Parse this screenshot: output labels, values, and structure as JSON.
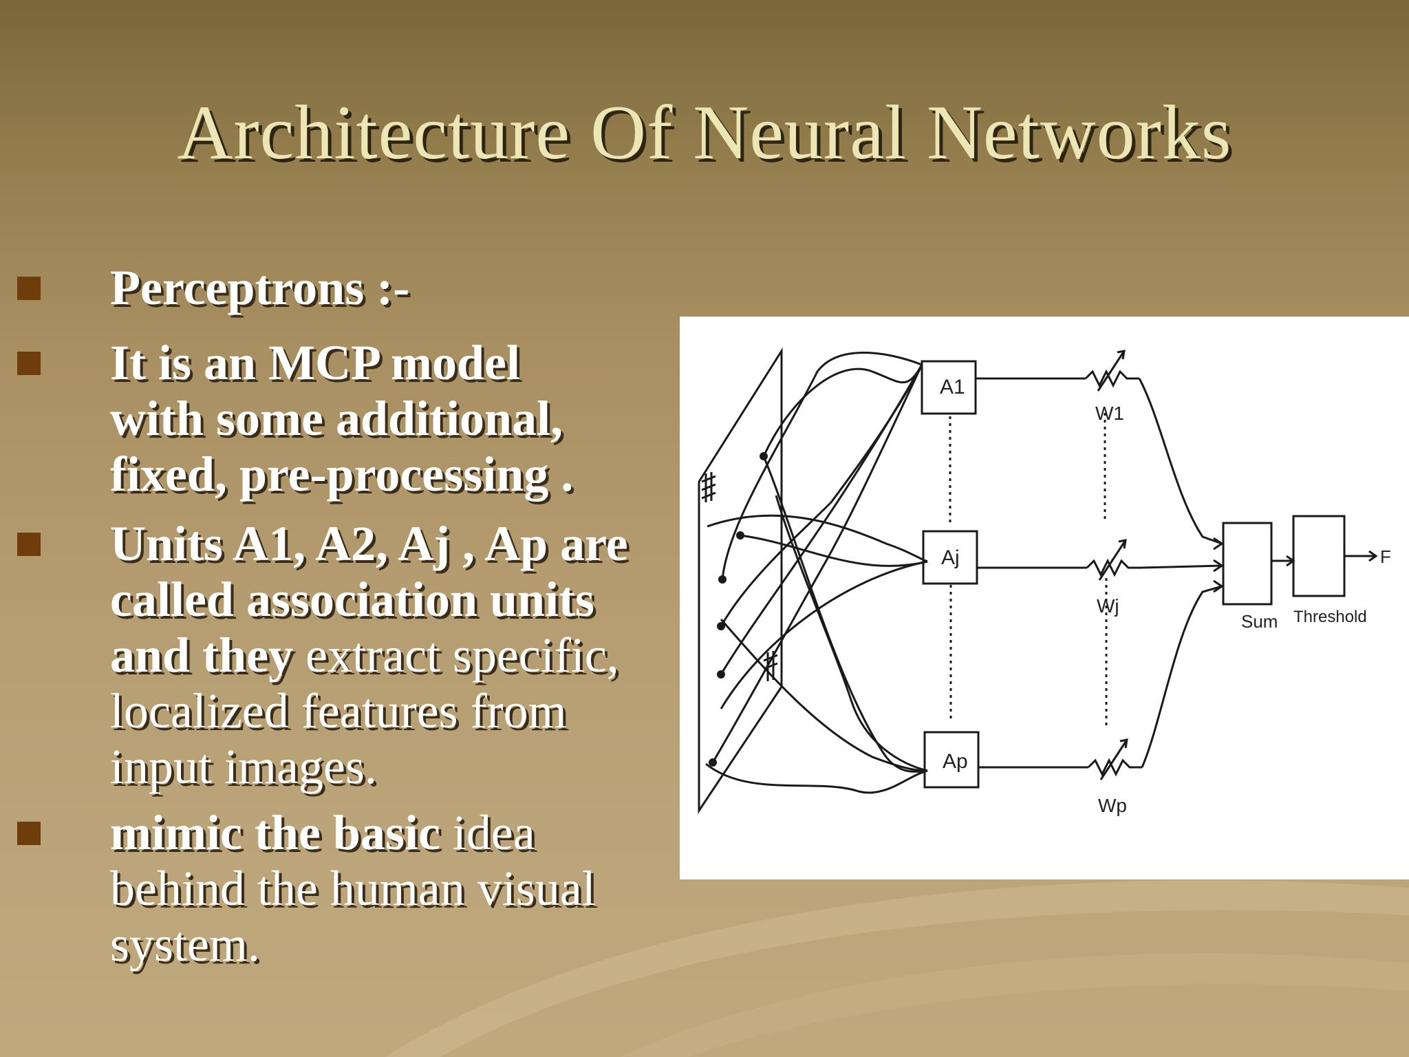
{
  "slide": {
    "title": "Architecture Of Neural Networks",
    "bullets": [
      {
        "lines": [
          {
            "bold": "Perceptrons :-",
            "plain": ""
          }
        ]
      },
      {
        "lines": [
          {
            "bold": "It is an MCP model",
            "plain": ""
          },
          {
            "bold": "with some additional,",
            "plain": ""
          },
          {
            "bold": "fixed, pre-processing .",
            "plain": ""
          }
        ]
      },
      {
        "lines": [
          {
            "bold": "Units A1, A2, Aj , Ap are",
            "plain": ""
          },
          {
            "bold": "called association units",
            "plain": ""
          },
          {
            "bold": "and they ",
            "plain": "extract specific,"
          },
          {
            "bold": "",
            "plain": "localized features from"
          },
          {
            "bold": "",
            "plain": "input images."
          }
        ]
      },
      {
        "lines": [
          {
            "bold": "mimic the basic ",
            "plain": "idea"
          },
          {
            "bold": "",
            "plain": "behind the human visual"
          },
          {
            "bold": "",
            "plain": "system."
          }
        ]
      }
    ]
  },
  "figure": {
    "units": [
      "A1",
      "Aj",
      "Ap"
    ],
    "weights": [
      "W1",
      "Wj",
      "Wp"
    ],
    "sum_label": "Sum",
    "threshold_label": "Threshold",
    "output_label": "F"
  }
}
